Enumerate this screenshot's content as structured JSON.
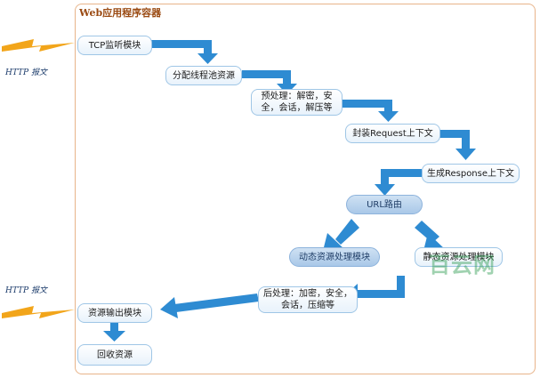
{
  "container": {
    "title": "Web应用程序容器"
  },
  "side_labels": {
    "http_in": "HTTP 报文",
    "http_out": "HTTP 报文"
  },
  "nodes": {
    "tcp_listen": "TCP监听模块",
    "thread_alloc": "分配线程池资源",
    "preprocess": "预处理：解密，安全，会话，解压等",
    "wrap_request": "封装Request上下文",
    "gen_response": "生成Response上下文",
    "url_routing": "URL路由",
    "dynamic_handler": "动态资源处理模块",
    "static_handler": "静态资源处理模块",
    "postprocess": "后处理：加密，安全，会话，压缩等",
    "resource_output": "资源输出模块",
    "recycle": "回收资源"
  },
  "watermark": "百云网",
  "colors": {
    "arrow": "#2e8bd2",
    "lightning": "#f2a51a",
    "node_border": "#9fc6e6",
    "container_border": "#e8b48a",
    "title": "#9a4a12"
  }
}
